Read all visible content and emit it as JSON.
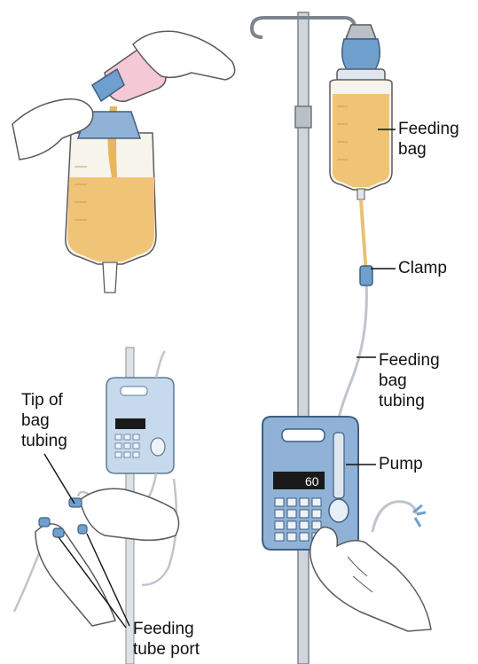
{
  "labels": {
    "feeding_bag": [
      "Feeding",
      "bag"
    ],
    "clamp": "Clamp",
    "feeding_bag_tubing": [
      "Feeding",
      "bag",
      "tubing"
    ],
    "pump": "Pump",
    "tip_of_bag_tubing": [
      "Tip of",
      "bag",
      "tubing"
    ],
    "feeding_tube_port": [
      "Feeding",
      "tube port"
    ]
  },
  "pump_display": "60",
  "colors": {
    "formula": "#f0c477",
    "pump_body": "#8fb2d6",
    "pump_small": "#c7d9ec",
    "pole": "#cfd5dc",
    "skin": "#ffffff",
    "outline": "#5a5a5a",
    "label_text": "#111111"
  }
}
